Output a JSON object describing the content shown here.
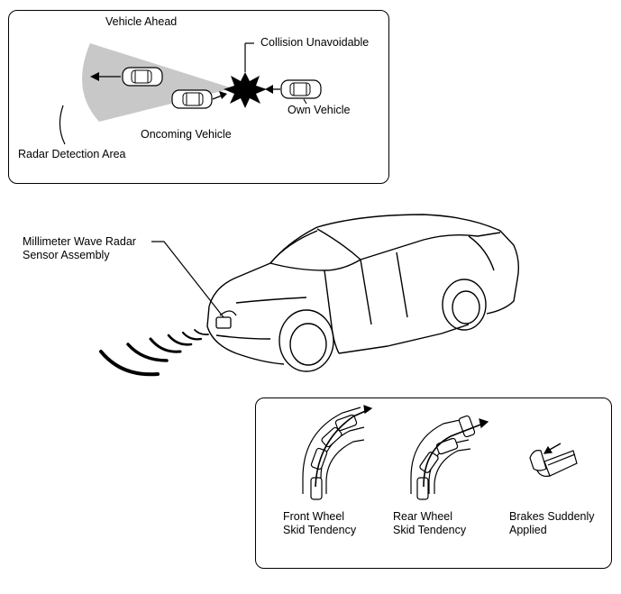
{
  "top_panel": {
    "vehicle_ahead": "Vehicle Ahead",
    "collision_unavoidable": "Collision Unavoidable",
    "own_vehicle": "Own Vehicle",
    "oncoming_vehicle": "Oncoming Vehicle",
    "radar_detection_area": "Radar Detection Area"
  },
  "main": {
    "radar_sensor_line1": "Millimeter Wave Radar",
    "radar_sensor_line2": "Sensor Assembly"
  },
  "bottom_panel": {
    "front_wheel_line1": "Front Wheel",
    "front_wheel_line2": "Skid Tendency",
    "rear_wheel_line1": "Rear Wheel",
    "rear_wheel_line2": "Skid Tendency",
    "brakes_line1": "Brakes Suddenly",
    "brakes_line2": "Applied"
  },
  "colors": {
    "radar_area": "#c8c8c8",
    "line": "#000000"
  }
}
